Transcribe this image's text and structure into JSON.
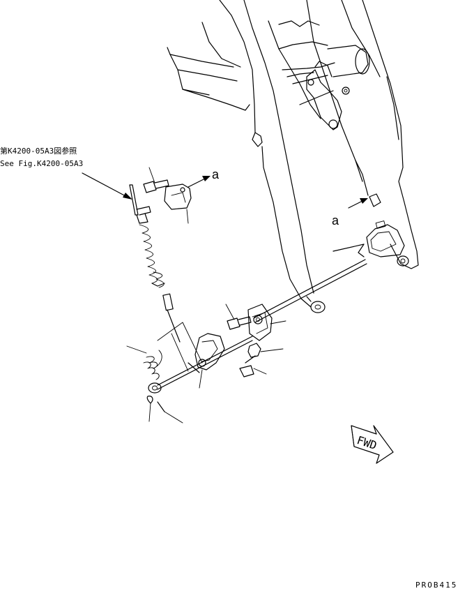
{
  "reference": {
    "line1": "第K4200-05A3図参照",
    "line2": "See Fig.K4200-05A3"
  },
  "view_marker_upper": "a",
  "view_marker_lower": "a",
  "direction_arrow": "FWD",
  "drawing_code": "PROB415"
}
